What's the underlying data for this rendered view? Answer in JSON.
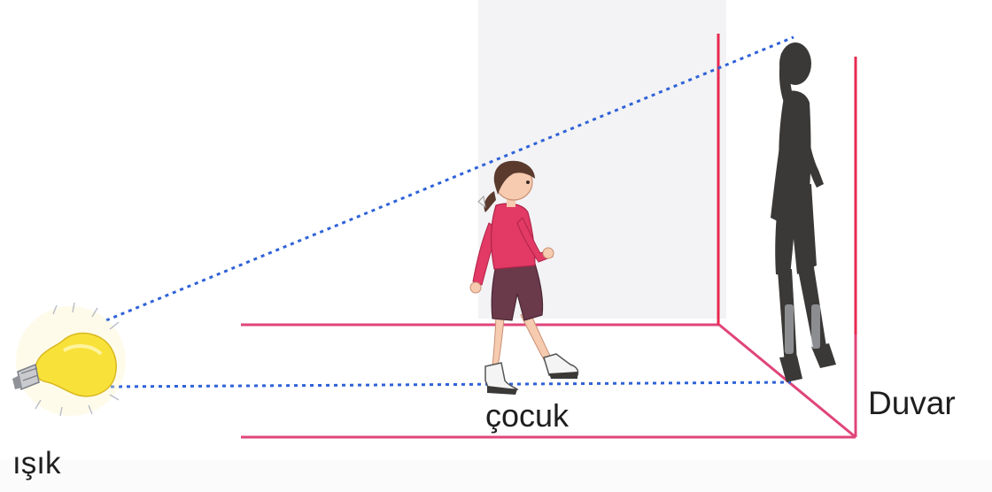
{
  "labels": {
    "light": "ışık",
    "child": "çocuk",
    "wall": "Duvar"
  },
  "colors": {
    "floor_lines": "#e0457a",
    "wall_edges": "#e8294f",
    "light_rays": "#2f62d8",
    "bulb": "#f8e23a",
    "shadow": "#3b3937",
    "shirt": "#e23a64",
    "shorts": "#6b3a4a",
    "hair": "#5b3a2e",
    "skin": "#f6cbb0"
  },
  "icons": {
    "light_source": "light-bulb-icon",
    "child": "walking-girl-figure",
    "shadow": "girl-shadow-silhouette"
  }
}
